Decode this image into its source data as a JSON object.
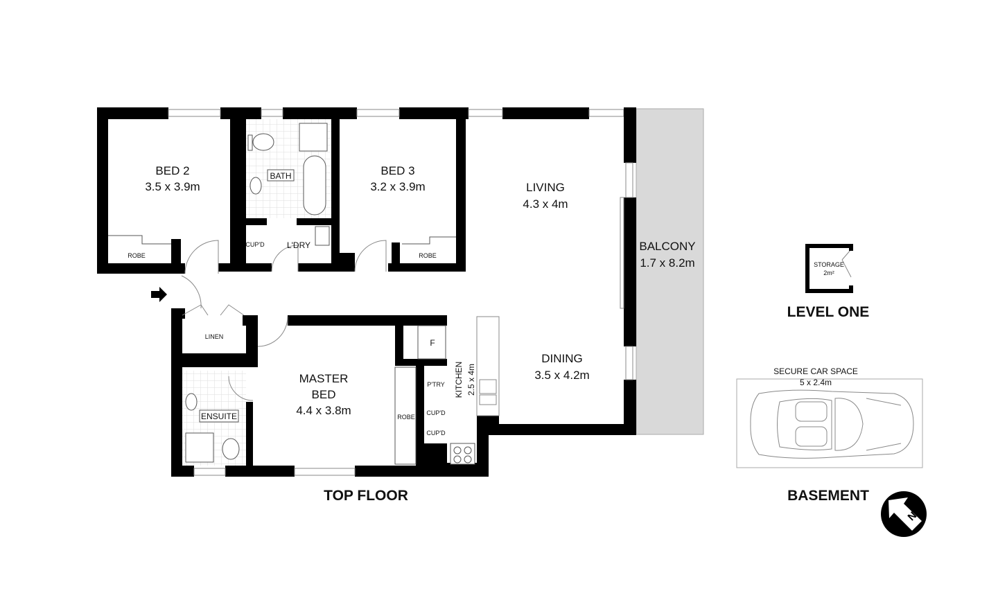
{
  "plans": {
    "top_floor": {
      "title": "TOP FLOOR",
      "rooms": {
        "bed2": {
          "name": "BED 2",
          "size": "3.5 x 3.9m"
        },
        "bath": {
          "name": "BATH"
        },
        "bed3": {
          "name": "BED 3",
          "size": "3.2 x 3.9m"
        },
        "living": {
          "name": "LIVING",
          "size": "4.3 x 4m"
        },
        "balcony": {
          "name": "BALCONY",
          "size": "1.7 x 8.2m"
        },
        "robe_bed2": {
          "name": "ROBE"
        },
        "robe_bed3": {
          "name": "ROBE"
        },
        "cupd_ldry": {
          "name": "CUP'D"
        },
        "laundry": {
          "name": "L'DRY"
        },
        "linen": {
          "name": "LINEN"
        },
        "master": {
          "name1": "MASTER",
          "name2": "BED",
          "size": "4.4 x 3.8m"
        },
        "ensuite": {
          "name": "ENSUITE"
        },
        "robe_master": {
          "name": "ROBE"
        },
        "fridge": {
          "name": "F"
        },
        "pantry": {
          "name": "P'TRY"
        },
        "cupd1": {
          "name": "CUP'D"
        },
        "cupd2": {
          "name": "CUP'D"
        },
        "kitchen": {
          "name": "KITCHEN",
          "size": "2.5 x 4m"
        },
        "dining": {
          "name": "DINING",
          "size": "3.5 x 4.2m"
        }
      }
    },
    "level_one": {
      "title": "LEVEL ONE",
      "storage": {
        "name": "STORAGE",
        "size": "2m²"
      }
    },
    "basement": {
      "title": "BASEMENT",
      "car_space": {
        "name": "SECURE CAR SPACE",
        "size": "5 x 2.4m"
      }
    },
    "north_arrow": {
      "letter": "N"
    }
  },
  "colors": {
    "walls": "#000000",
    "balcony": "#d9d9d9",
    "fixtures": "#888888"
  }
}
